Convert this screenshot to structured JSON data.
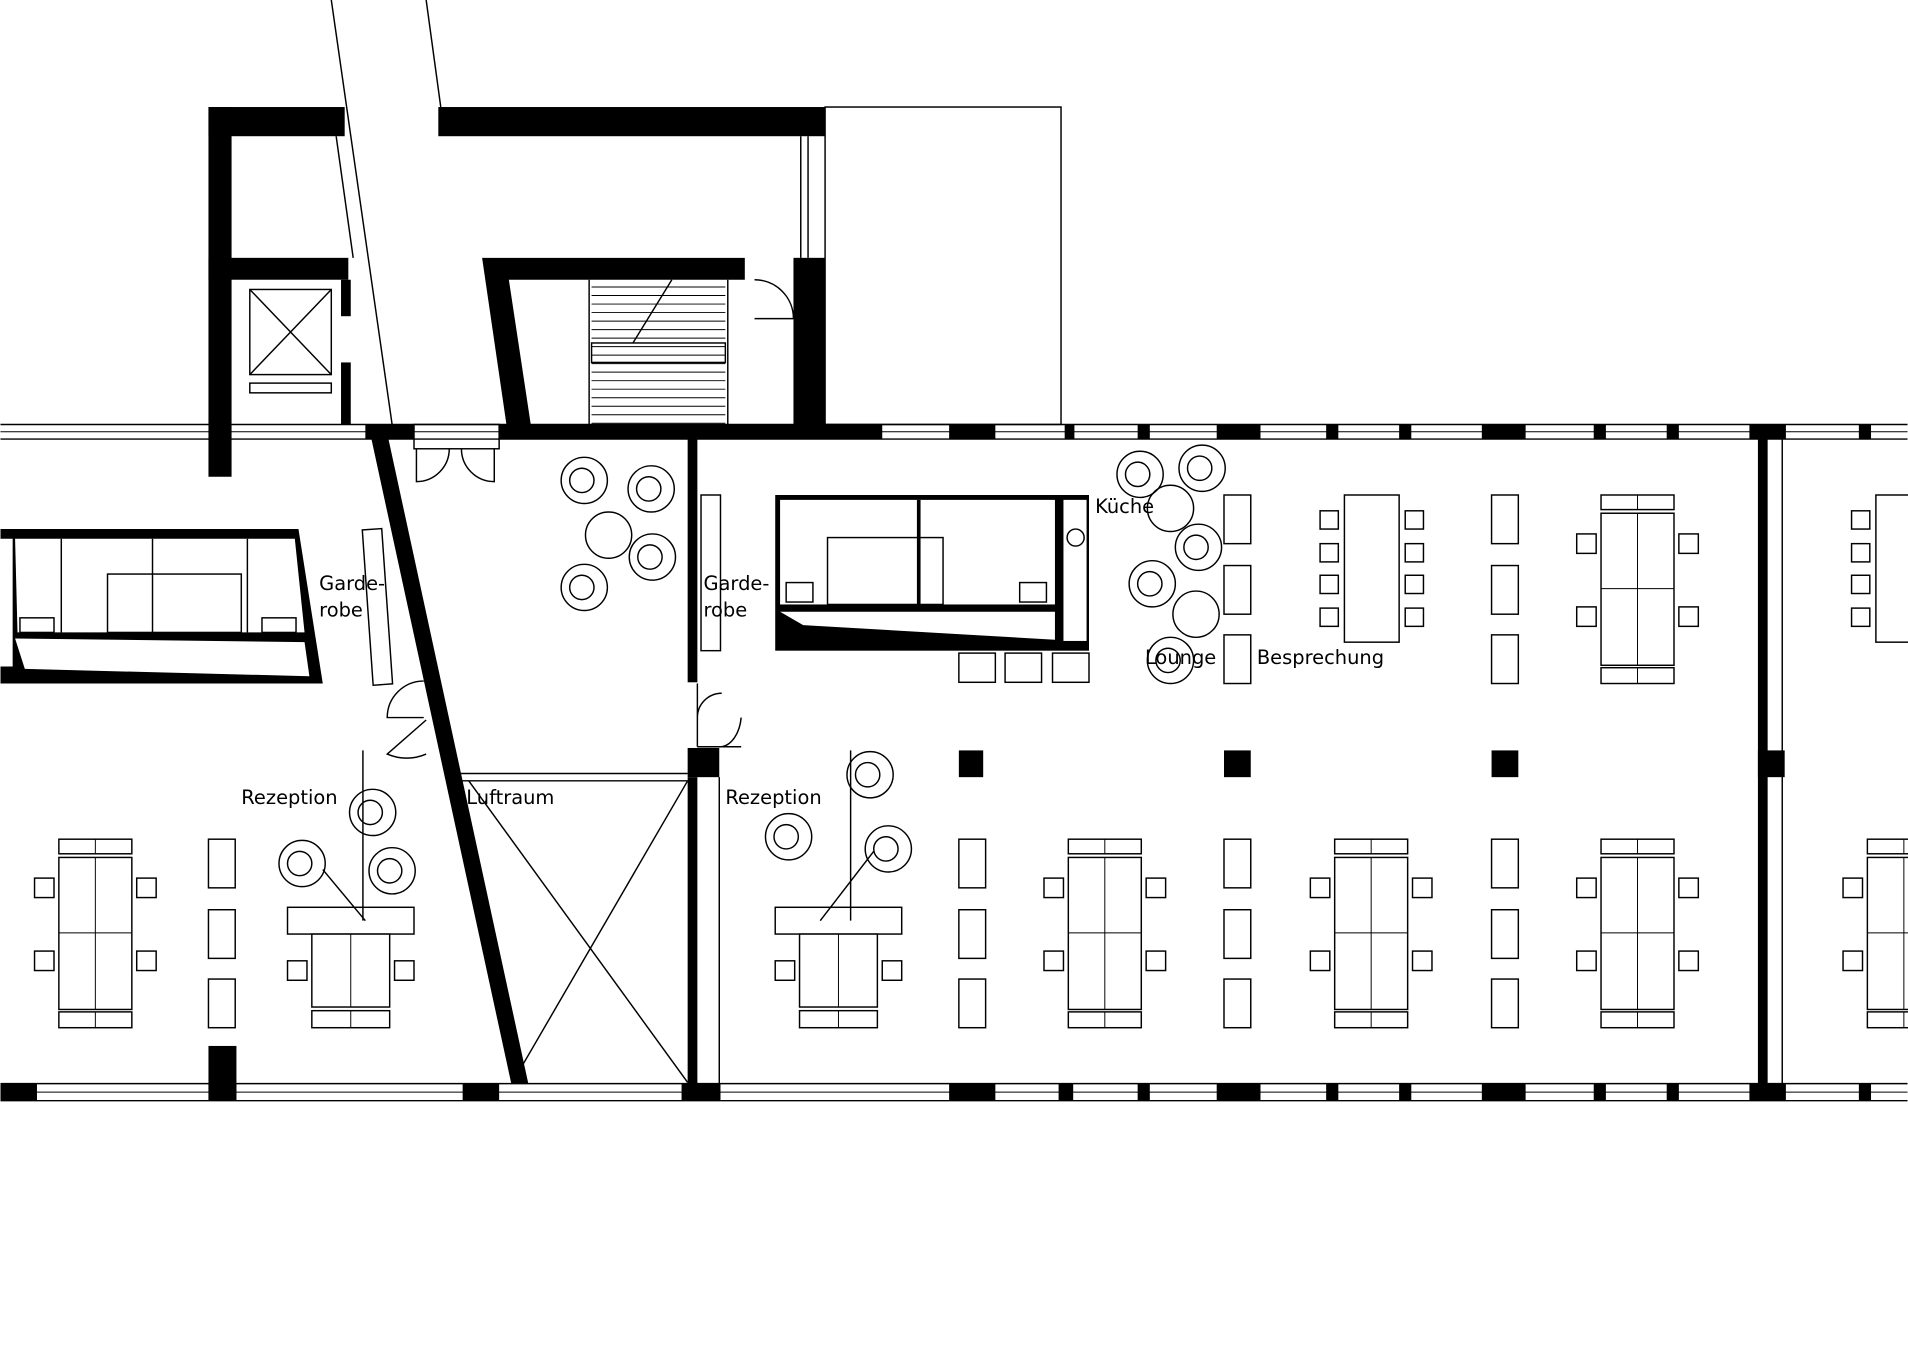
{
  "plan": {
    "labels": {
      "garderobe_left_1": "Garde-",
      "garderobe_left_2": "robe",
      "garderobe_right_1": "Garde-",
      "garderobe_right_2": "robe",
      "kueche": "Küche",
      "lounge": "Lounge",
      "besprechung": "Besprechung",
      "rezeption_left": "Rezeption",
      "luftraum": "Luftraum",
      "rezeption_right": "Rezeption"
    }
  }
}
